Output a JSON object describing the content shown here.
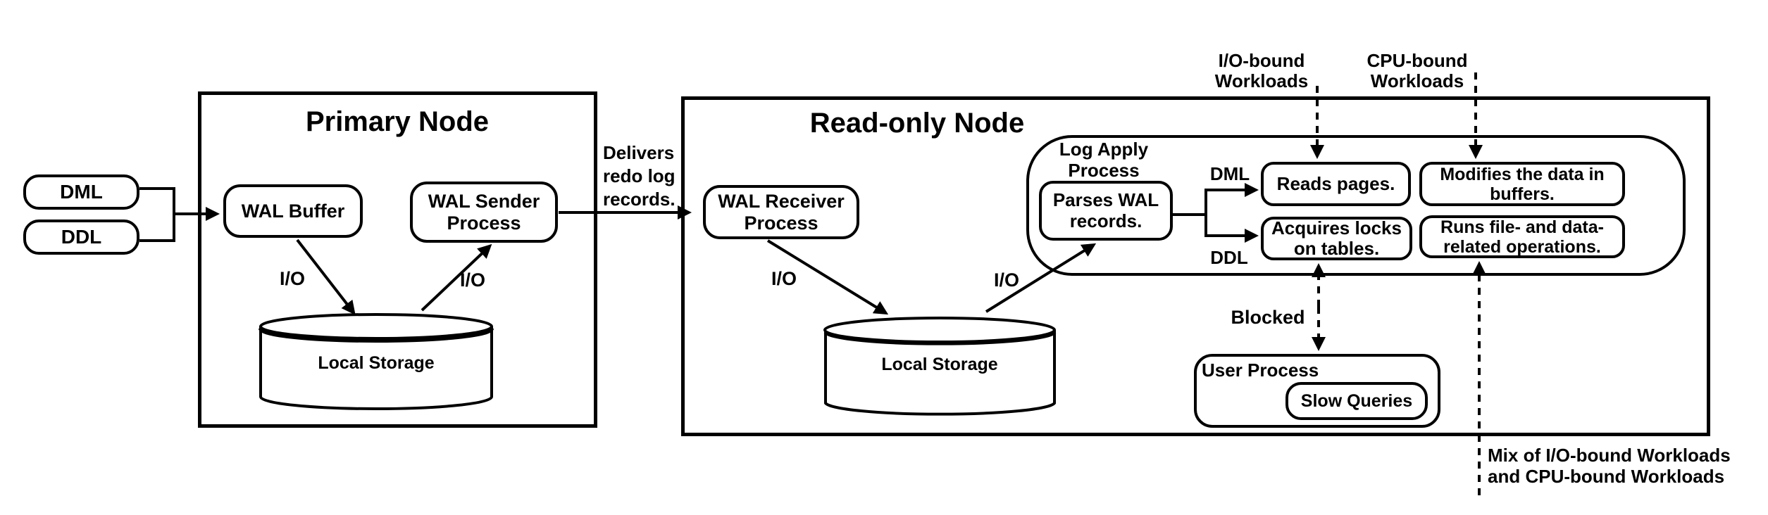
{
  "colors": {
    "background": "#ffffff",
    "stroke": "#000000"
  },
  "inputs": {
    "dml": "DML",
    "ddl": "DDL"
  },
  "primary_node": {
    "title": "Primary Node",
    "wal_buffer": "WAL Buffer",
    "wal_sender": "WAL Sender\nProcess",
    "local_storage": "Local Storage",
    "io_left": "I/O",
    "io_right": "I/O"
  },
  "link": {
    "delivers": "Delivers\nredo log\nrecords."
  },
  "readonly_node": {
    "title": "Read-only Node",
    "wal_receiver": "WAL Receiver\nProcess",
    "local_storage": "Local Storage",
    "io_left": "I/O",
    "io_right": "I/O",
    "log_apply": {
      "title": "Log Apply\nProcess",
      "parses": "Parses WAL\nrecords.",
      "dml": "DML",
      "ddl": "DDL",
      "reads": "Reads pages.",
      "acquires": "Acquires locks\non tables.",
      "modifies": "Modifies the data in\nbuffers.",
      "runs": "Runs file- and data-\nrelated operations."
    },
    "blocked": "Blocked",
    "user_process": "User Process",
    "slow_queries": "Slow Queries"
  },
  "workloads": {
    "io_bound": "I/O-bound\nWorkloads",
    "cpu_bound": "CPU-bound\nWorkloads",
    "mix": "Mix of I/O-bound Workloads\nand CPU-bound Workloads"
  }
}
